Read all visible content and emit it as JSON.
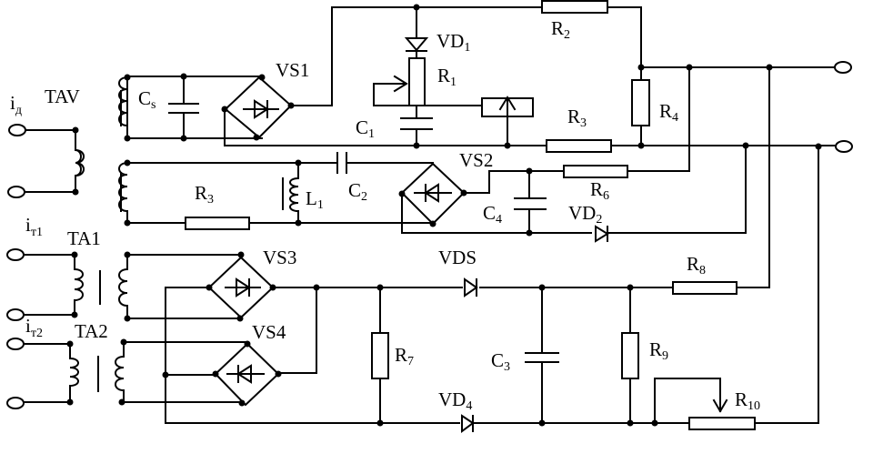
{
  "labels": {
    "i_d": {
      "main": "i",
      "sub": "д"
    },
    "i_t1": {
      "main": "i",
      "sub": "т1"
    },
    "i_t2": {
      "main": "i",
      "sub": "т2"
    },
    "TAV": {
      "main": "TAV",
      "sub": ""
    },
    "TA1": {
      "main": "TA1",
      "sub": ""
    },
    "TA2": {
      "main": "TA2",
      "sub": ""
    },
    "Cs": {
      "main": "C",
      "sub": "s"
    },
    "VS1": {
      "main": "VS1",
      "sub": ""
    },
    "VS2": {
      "main": "VS2",
      "sub": ""
    },
    "VS3": {
      "main": "VS3",
      "sub": ""
    },
    "VS4": {
      "main": "VS4",
      "sub": ""
    },
    "VD1": {
      "main": "VD",
      "sub": "1"
    },
    "VD2": {
      "main": "VD",
      "sub": "2"
    },
    "VD4": {
      "main": "VD",
      "sub": "4"
    },
    "VDS": {
      "main": "VDS",
      "sub": ""
    },
    "R1": {
      "main": "R",
      "sub": "1"
    },
    "R2": {
      "main": "R",
      "sub": "2"
    },
    "R3a": {
      "main": "R",
      "sub": "3"
    },
    "R3b": {
      "main": "R",
      "sub": "3"
    },
    "R4": {
      "main": "R",
      "sub": "4"
    },
    "R6": {
      "main": "R",
      "sub": "6"
    },
    "R7": {
      "main": "R",
      "sub": "7"
    },
    "R8": {
      "main": "R",
      "sub": "8"
    },
    "R9": {
      "main": "R",
      "sub": "9"
    },
    "R10": {
      "main": "R",
      "sub": "10"
    },
    "C1": {
      "main": "C",
      "sub": "1"
    },
    "C2": {
      "main": "C",
      "sub": "2"
    },
    "C3": {
      "main": "C",
      "sub": "3"
    },
    "C4": {
      "main": "C",
      "sub": "4"
    },
    "L1": {
      "main": "L",
      "sub": "1"
    }
  }
}
